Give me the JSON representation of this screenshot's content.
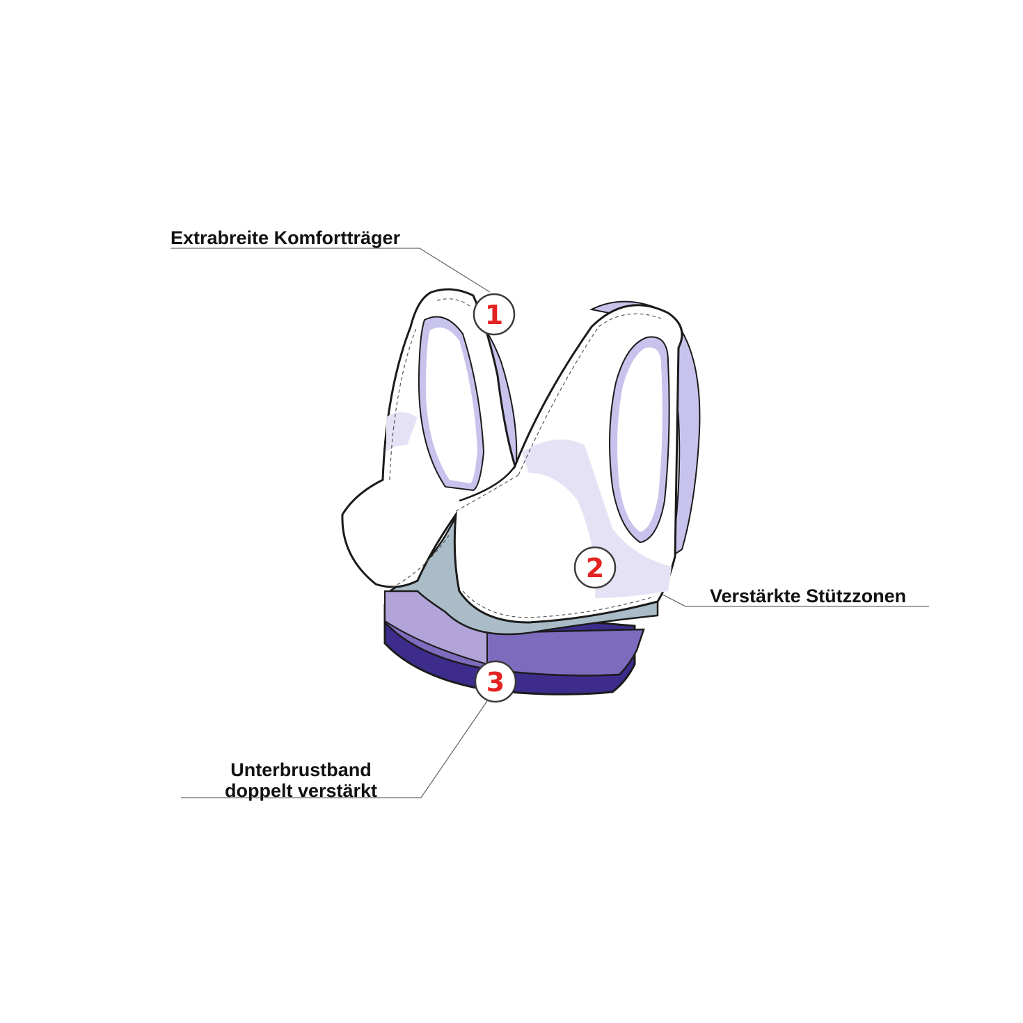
{
  "callouts": [
    {
      "number": "1",
      "label": "Extrabreite Komfortträger"
    },
    {
      "number": "2",
      "label": "Verstärkte Stützzonen"
    },
    {
      "number": "3",
      "label_line1": "Unterbrustband",
      "label_line2": "doppelt verstärkt"
    }
  ],
  "colors": {
    "fabric_white": "#ffffff",
    "lace_lilac": "#c8c3ec",
    "support_zone_lilac": "#e4e2f4",
    "under_cup_grey_blue": "#a9bcc8",
    "band_light_purple": "#b2a4d8",
    "band_mid_purple": "#7d6bbd",
    "band_dark_purple": "#3d2c8c",
    "marker_red": "#e32322",
    "outline": "#1b1b1b"
  }
}
